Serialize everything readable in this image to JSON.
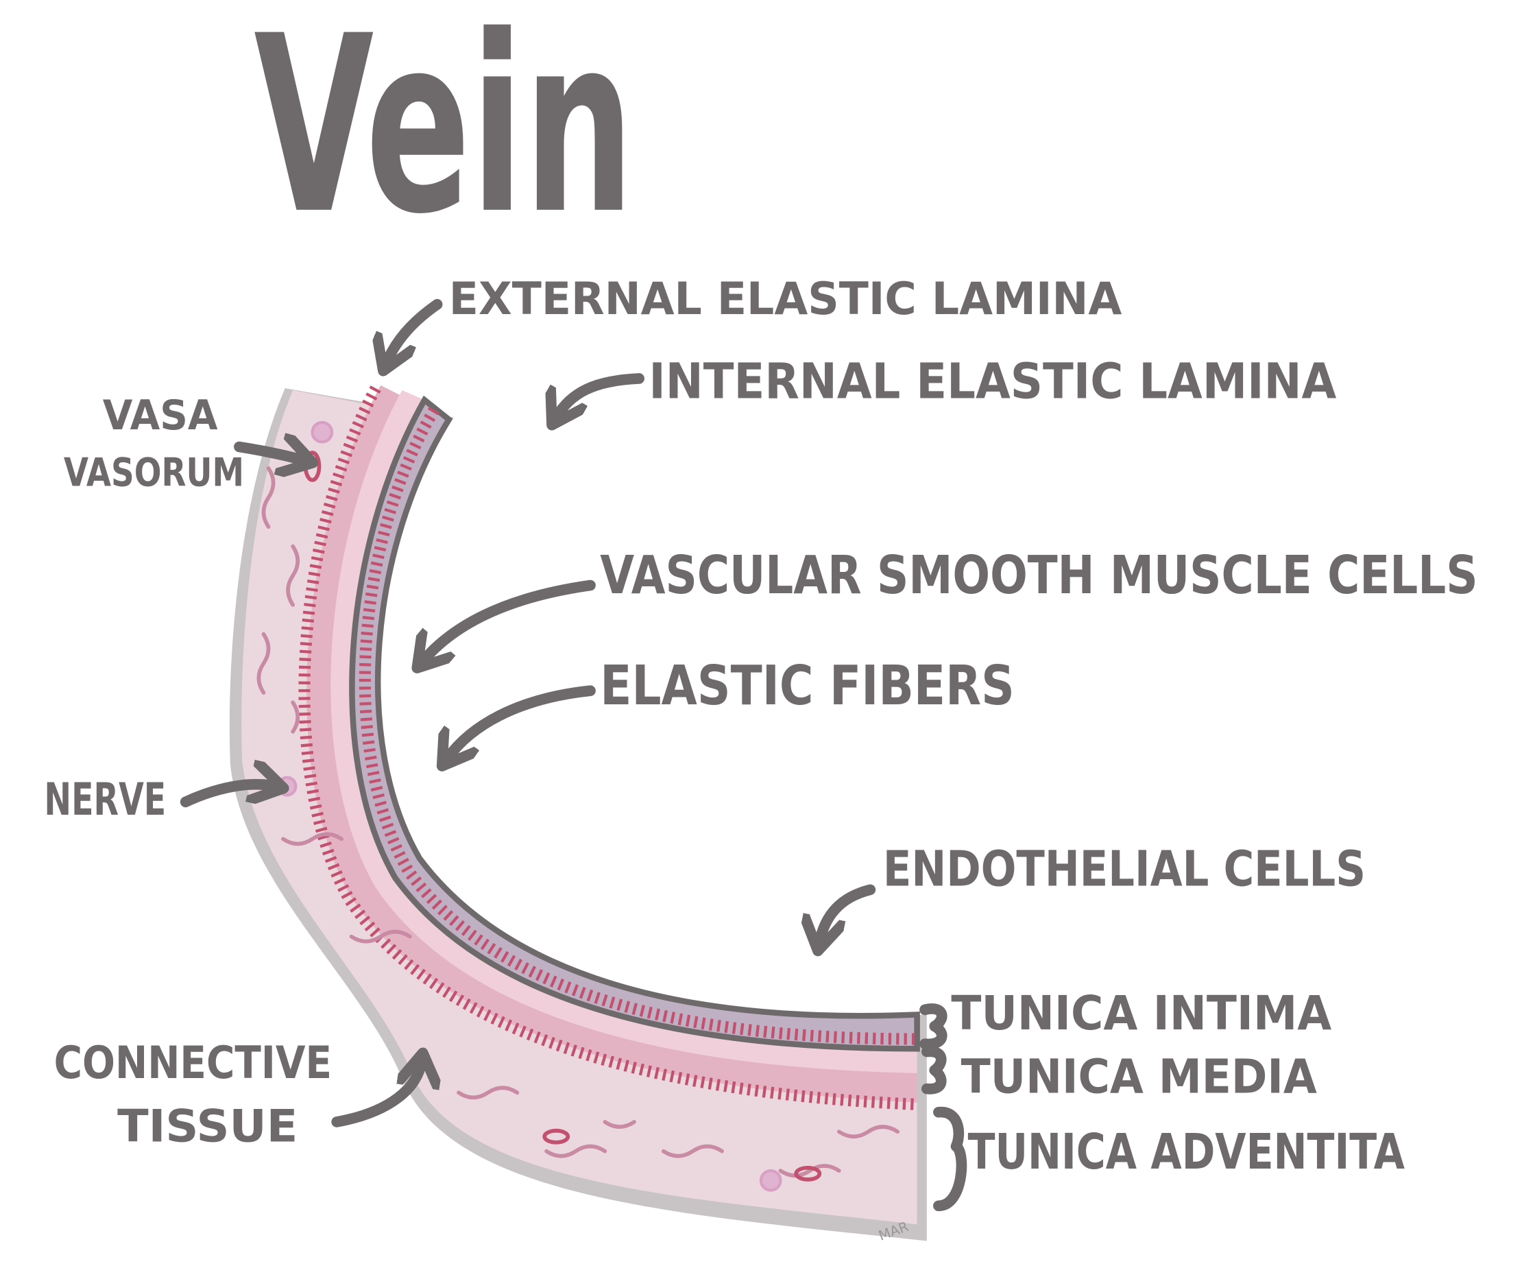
{
  "title": "Vein",
  "labels": {
    "external_elastic_lamina": "EXTERNAL ELASTIC LAMINA",
    "internal_elastic_lamina": "INTERNAL ELASTIC LAMINA",
    "vasa": "VASA",
    "vasorum": "VASORUM",
    "vascular_smooth_muscle_cells": "VASCULAR SMOOTH MUSCLE CELLS",
    "elastic_fibers": "ELASTIC FIBERS",
    "nerve": "NERVE",
    "endothelial_cells": "ENDOTHELIAL CELLS",
    "tunica_intima": "TUNICA INTIMA",
    "tunica_media": "TUNICA MEDIA",
    "tunica_adventita": "TUNICA ADVENTITA",
    "connective": "CONNECTIVE",
    "tissue": "TISSUE"
  },
  "signature": "MAR",
  "colors": {
    "ink": "#6e6a6b",
    "adventitia": "#ead8de",
    "media": "#e9b9c9",
    "lamina": "#c4506f",
    "intima": "#bfb0c3",
    "nuclei": "#a98bd6",
    "shadow": "#c8c4c6"
  }
}
